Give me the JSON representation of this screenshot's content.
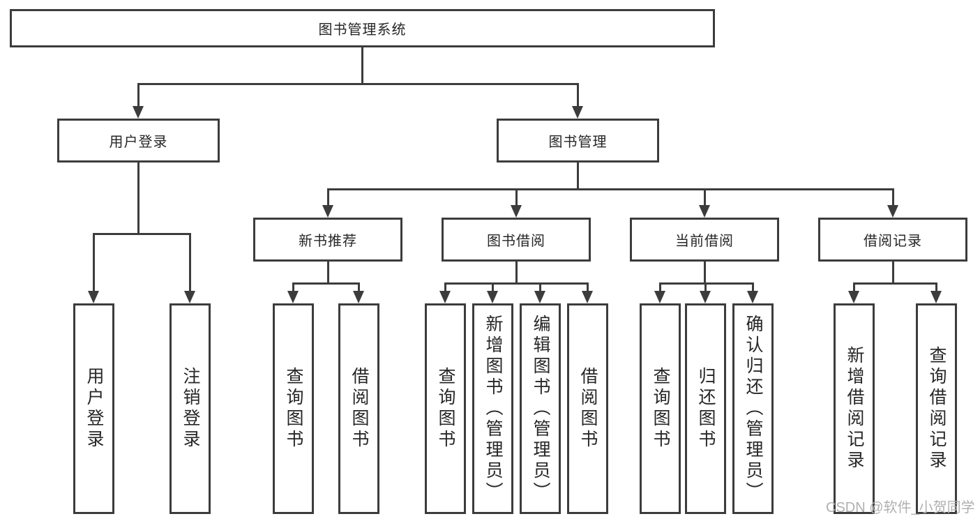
{
  "root": {
    "label": "图书管理系统"
  },
  "level2": {
    "user_login": {
      "label": "用户登录"
    },
    "book_management": {
      "label": "图书管理"
    }
  },
  "level3": {
    "new_book_recommend": {
      "label": "新书推荐"
    },
    "book_borrow": {
      "label": "图书借阅"
    },
    "current_borrow": {
      "label": "当前借阅"
    },
    "borrow_record": {
      "label": "借阅记录"
    }
  },
  "leaves": {
    "user_login": {
      "label": "用户登录"
    },
    "logout": {
      "label": "注销登录"
    },
    "recommend_query_book": {
      "label": "查询图书"
    },
    "recommend_borrow_book": {
      "label": "借阅图书"
    },
    "borrow_query_book": {
      "label": "查询图书"
    },
    "borrow_add_book": {
      "label": "新增图书（管理员）"
    },
    "borrow_edit_book": {
      "label": "编辑图书（管理员）"
    },
    "borrow_borrow_book": {
      "label": "借阅图书"
    },
    "current_query_book": {
      "label": "查询图书"
    },
    "current_return_book": {
      "label": "归还图书"
    },
    "current_confirm_return": {
      "label": "确认归还（管理员）"
    },
    "record_add_record": {
      "label": "新增借阅记录"
    },
    "record_query_record": {
      "label": "查询借阅记录"
    }
  },
  "watermark": {
    "text": "CSDN @软件_小贺同学"
  },
  "colors": {
    "line": "#3c3c3c",
    "text": "#262626",
    "watermark": "#b0b0b0",
    "background": "#ffffff"
  }
}
